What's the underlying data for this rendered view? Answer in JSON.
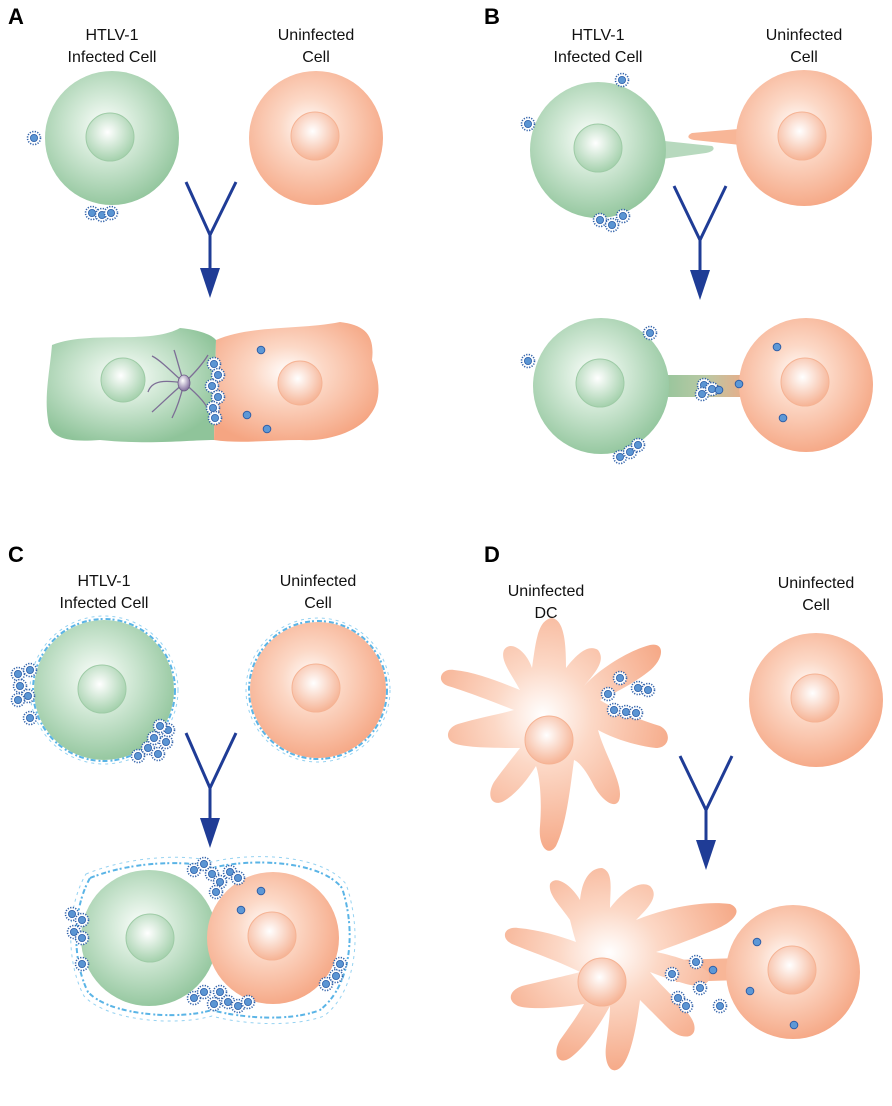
{
  "panels": {
    "a": {
      "letter": "A",
      "label_infected_line1": "HTLV-1",
      "label_infected_line2": "Infected Cell",
      "label_uninfected_line1": "Uninfected",
      "label_uninfected_line2": "Cell"
    },
    "b": {
      "letter": "B",
      "label_infected_line1": "HTLV-1",
      "label_infected_line2": "Infected Cell",
      "label_uninfected_line1": "Uninfected",
      "label_uninfected_line2": "Cell"
    },
    "c": {
      "letter": "C",
      "label_infected_line1": "HTLV-1",
      "label_infected_line2": "Infected Cell",
      "label_uninfected_line1": "Uninfected",
      "label_uninfected_line2": "Cell"
    },
    "d": {
      "letter": "D",
      "label_dc_line1": "Uninfected",
      "label_dc_line2": "DC",
      "label_uninfected_line1": "Uninfected",
      "label_uninfected_line2": "Cell"
    }
  },
  "colors": {
    "infected_cell": "#8fc49a",
    "uninfected_cell": "#f5a582",
    "arrow": "#1f3c96",
    "virion": "#4a86c8",
    "biofilm": "#5ab4e6"
  }
}
